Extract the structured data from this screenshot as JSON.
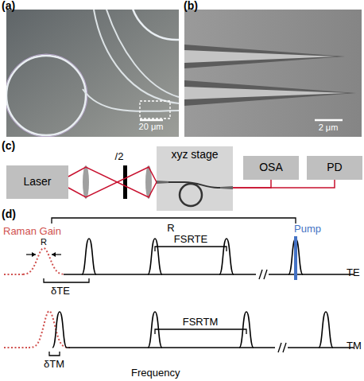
{
  "diagram": {
    "nodes": [
      {
        "text": [
          "Laser"
        ]
      },
      {
        "text": [
          "xyz stage"
        ]
      },
      {
        "text": [
          "OSA"
        ]
      },
      {
        "text": [
          "PD"
        ]
      }
    ],
    "edges": [
      {
        "from": 0,
        "to": 1,
        "arrow": "none"
      },
      {
        "from": 1,
        "to": 2,
        "arrow": "none"
      },
      {
        "from": 1,
        "to": 3,
        "arrow": "none"
      }
    ],
    "labels": [
      "(a)",
      "20 μm",
      "(b)",
      "2 μm",
      "(c)",
      "/2",
      "(d)",
      "R",
      "Raman Gain",
      "R",
      "δTE",
      "FSRTE",
      "Pump",
      "TE",
      "FSRTM",
      "δTM",
      "TM",
      "Frequency"
    ]
  }
}
